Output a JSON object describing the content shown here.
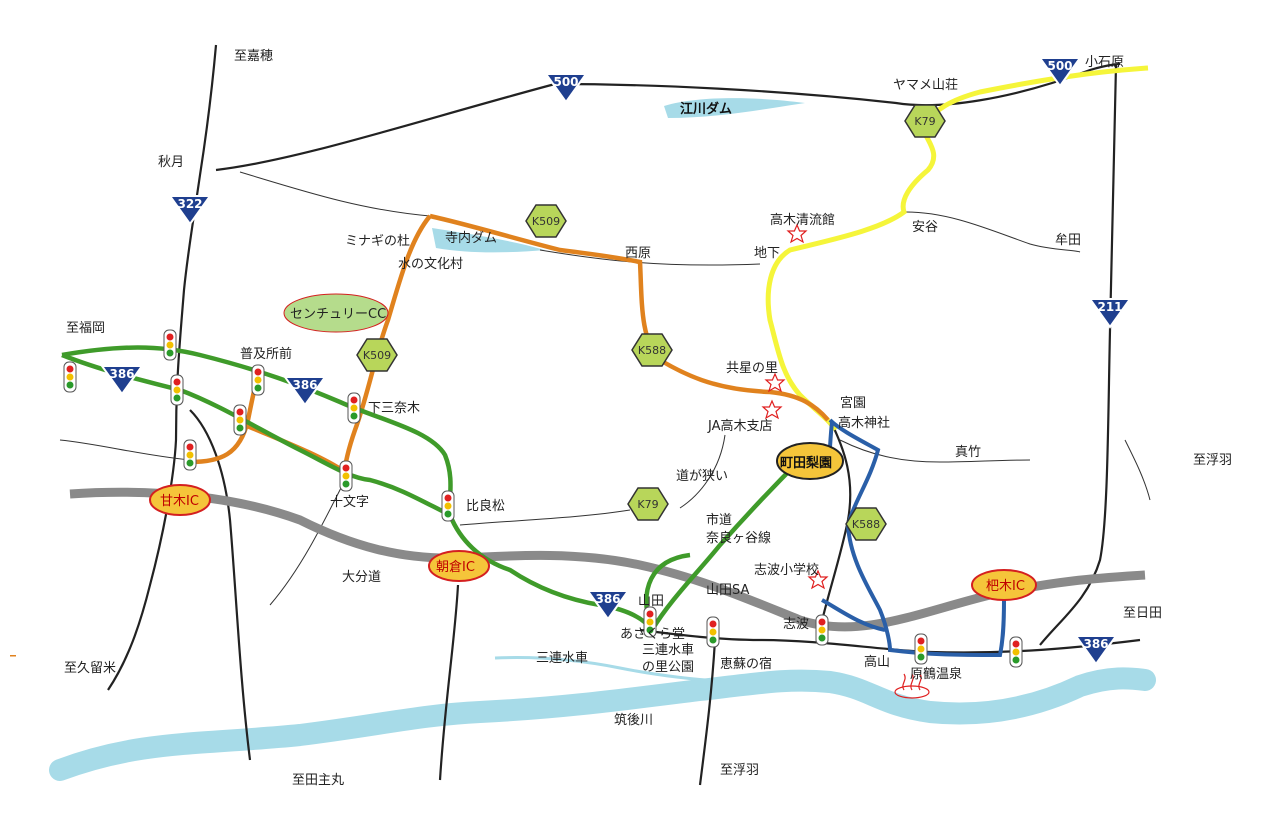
{
  "map": {
    "places": {
      "to_kaho": "至嘉穂",
      "akizuki": "秋月",
      "to_fukuoka": "至福岡",
      "to_kurume": "至久留米",
      "to_tanushimaru": "至田主丸",
      "to_ukiha_south": "至浮羽",
      "to_ukiha_east": "至浮羽",
      "to_hita": "至日田",
      "koishiwara": "小石原",
      "yamame_sanso": "ヤマメ山荘",
      "egawa_dam": "江川ダム",
      "teranai_dam": "寺内ダム",
      "minagi_no_mori": "ミナギの杜",
      "mizu_no_bunkamura": "水の文化村",
      "century_cc": "センチュリーCC",
      "nishihara": "西原",
      "jige": "地下",
      "takagi_seiryukan": "高木清流館",
      "yasutani": "安谷",
      "muta": "牟田",
      "kyoseinosato": "共星の里",
      "miyazono": "宮園",
      "takagi_jinja": "高木神社",
      "ja_takagi": "JA高木支店",
      "machida_orchard": "町田梨園",
      "madake": "真竹",
      "michi_semai": "道が狭い",
      "shido_naraga": "市道\n奈良ヶ谷線",
      "fukyushomae": "普及所前",
      "shimomitsunagi": "下三奈木",
      "jumonji": "十文字",
      "hirama": "比良松",
      "oita_road": "大分道",
      "amagi_ic": "甘木IC",
      "asakura_ic": "朝倉IC",
      "haki_ic": "杷木IC",
      "yamada": "山田",
      "asakuradou": "あさくら堂",
      "yamada_sa": "山田SA",
      "sanrensuisha": "三連水車",
      "sanrensuisha_park": "三連水車\nの里公園",
      "keso_no_yado": "恵蘇の宿",
      "shiba_school": "志波小学校",
      "shiba": "志波",
      "takayama": "高山",
      "haratsuru_onsen": "原鶴温泉",
      "chikugo_river": "筑後川"
    },
    "route_numbers": {
      "r500_west": "500",
      "r500_east": "500",
      "r322": "322",
      "r386_a": "386",
      "r386_b": "386",
      "r386_c": "386",
      "r386_d": "386",
      "r211": "211",
      "k509_north": "K509",
      "k509_west": "K509",
      "k588_north": "K588",
      "k588_south": "K588",
      "k79_north": "K79",
      "k79_south": "K79"
    },
    "colors": {
      "route_yellow": "#f5f53a",
      "route_orange": "#e0821e",
      "route_green": "#3f9b2a",
      "route_blue": "#2a5fa8",
      "expressway": "#8a8a8a",
      "river": "#a7dbe8",
      "national_shield": "#1f3f8f",
      "pref_hex": "#b8d65a",
      "ic_fill": "#f5c53a",
      "ic_border": "#d42020"
    }
  }
}
